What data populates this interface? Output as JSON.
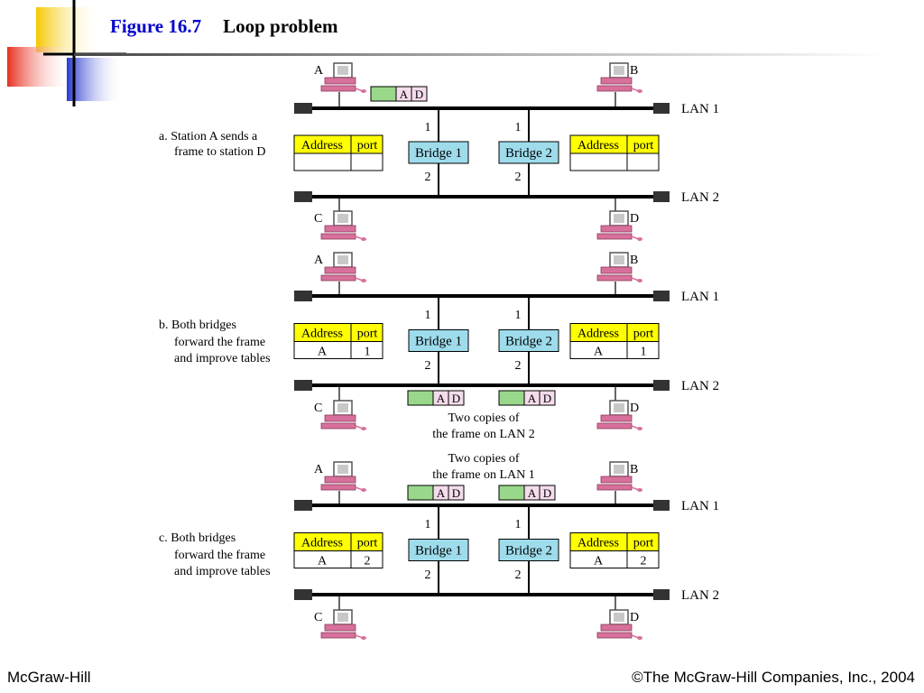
{
  "slide": {
    "figure_label": "Figure 16.7",
    "title": "Loop problem",
    "footer_left": "McGraw-Hill",
    "footer_right": "©The McGraw-Hill Companies, Inc., 2004"
  },
  "colors": {
    "figure_label": "#0000cc",
    "deco_yellow": "#f5c800",
    "deco_red": "#e83020",
    "deco_blue": "#2838d0",
    "table_header": "#ffff00",
    "bridge_fill": "#9edcec",
    "frame_green": "#99d88a",
    "frame_pink": "#f4dcec",
    "computer": "#d8709c"
  },
  "diagram": {
    "lan1_label": "LAN 1",
    "lan2_label": "LAN 2",
    "bridge1_label": "Bridge 1",
    "bridge2_label": "Bridge 2",
    "port1": "1",
    "port2": "2",
    "table_address_header": "Address",
    "table_port_header": "port",
    "frame_dest": "A",
    "frame_src": "D",
    "stations": {
      "a": "A",
      "b": "B",
      "c": "C",
      "d": "D"
    },
    "panel_a": {
      "caption_line1": "a. Station A sends a",
      "caption_line2": "frame to station D",
      "table_address": "",
      "table_port": ""
    },
    "panel_b": {
      "caption_line1": "b. Both bridges",
      "caption_line2": "forward the frame",
      "caption_line3": "and improve tables",
      "table_address": "A",
      "table_port": "1",
      "note_line1": "Two copies of",
      "note_line2": "the frame on LAN 2"
    },
    "panel_c": {
      "caption_line1": "c. Both bridges",
      "caption_line2": "forward the frame",
      "caption_line3": "and improve tables",
      "table_address": "A",
      "table_port": "2",
      "note_line1": "Two copies of",
      "note_line2": "the frame on LAN 1"
    }
  }
}
